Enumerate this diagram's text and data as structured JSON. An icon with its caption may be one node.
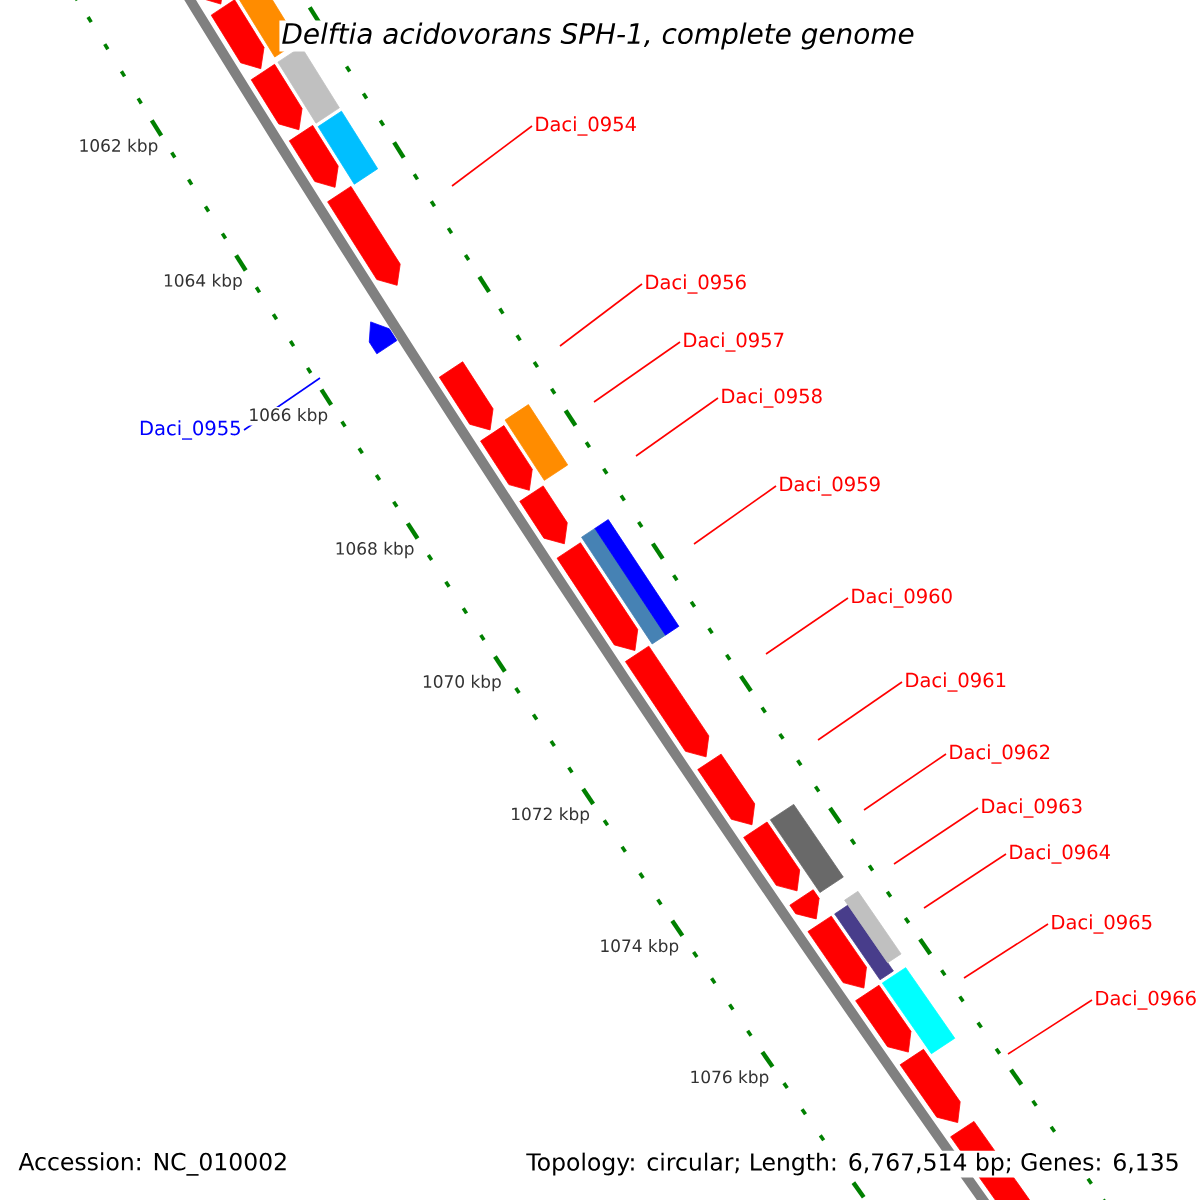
{
  "diagram": {
    "title": "Delftia acidovorans SPH-1, complete genome",
    "nodes": [
      {
        "text": [
          "Daci_0954"
        ]
      },
      {
        "text": [
          "Daci_0956"
        ]
      },
      {
        "text": [
          "Daci_0957"
        ]
      },
      {
        "text": [
          "Daci_0958"
        ]
      },
      {
        "text": [
          "Daci_0955"
        ]
      },
      {
        "text": [
          "Daci_0959"
        ]
      },
      {
        "text": [
          "Daci_0960"
        ]
      },
      {
        "text": [
          "Daci_0961"
        ]
      },
      {
        "text": [
          "Daci_0962"
        ]
      },
      {
        "text": [
          "Daci_0963"
        ]
      },
      {
        "text": [
          "Daci_0964"
        ]
      },
      {
        "text": [
          "Daci_0965"
        ]
      },
      {
        "text": [
          "Daci_0966"
        ]
      }
    ],
    "edges": [
      {
        "from": 0,
        "to": null,
        "arrow": "none"
      },
      {
        "from": 1,
        "to": null,
        "arrow": "none"
      },
      {
        "from": 2,
        "to": null,
        "arrow": "none"
      },
      {
        "from": 3,
        "to": null,
        "arrow": "none"
      },
      {
        "from": 4,
        "to": null,
        "arrow": "none",
        "color": "#0000ff"
      },
      {
        "from": 5,
        "to": null,
        "arrow": "none"
      },
      {
        "from": 6,
        "to": null,
        "arrow": "none"
      },
      {
        "from": 7,
        "to": null,
        "arrow": "none"
      },
      {
        "from": 8,
        "to": null,
        "arrow": "none"
      },
      {
        "from": 9,
        "to": null,
        "arrow": "none"
      },
      {
        "from": 10,
        "to": null,
        "arrow": "none"
      },
      {
        "from": 11,
        "to": null,
        "arrow": "none"
      },
      {
        "from": 12,
        "to": null,
        "arrow": "none"
      }
    ],
    "labels": [
      "1062 kbp",
      "1064 kbp",
      "1066 kbp",
      "1068 kbp",
      "1070 kbp",
      "1072 kbp",
      "1074 kbp",
      "1076 kbp",
      "Accession: NC_010002",
      "Topology: circular; Length: 6,767,514 bp; Genes: 6,135"
    ]
  }
}
